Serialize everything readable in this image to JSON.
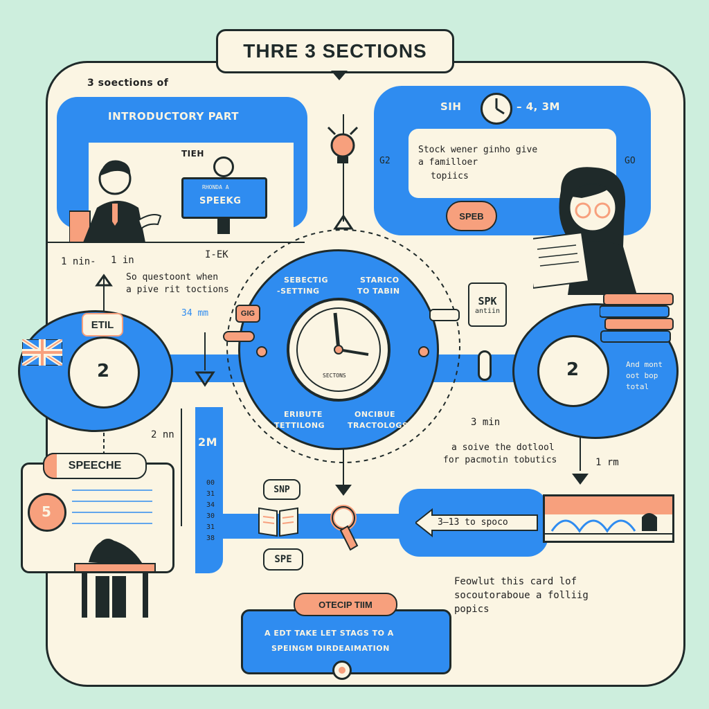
{
  "title": "THRE 3 SECTIONS",
  "intro": {
    "subtitle": "3 soections of",
    "banner": "INTRODUCTORY PART",
    "teacher_label": "TIEH",
    "screen_label": "SPEEKG",
    "screen_small": "RHONDA A",
    "time_left": "1 nin-",
    "time_mid": "1 in",
    "time_right": "I-EK",
    "caption_1": "So questoont when",
    "caption_2": "a pive rit toctions",
    "arrow_time": "34 mm"
  },
  "top_right": {
    "time_a": "SIH",
    "time_b": "– 4, 3M",
    "left_mark": "G2",
    "right_mark": "GO",
    "speech_1": "Stock wener ginho give",
    "speech_2": "a familloer",
    "speech_3": "topiics",
    "bubble": "SPEB"
  },
  "center": {
    "seg_top_left_1": "SEBECTIG",
    "seg_top_left_2": "-SETTING",
    "seg_top_right_1": "STARICO",
    "seg_top_right_2": "TO TABIN",
    "seg_bot_left_1": "ERIBUTE",
    "seg_bot_left_2": "TETTILONG",
    "seg_bot_right_1": "ONCIBUE",
    "seg_bot_right_2": "TRACTOLOGS",
    "clock_label": "SECTONS",
    "left_tag": "GIG"
  },
  "left_node": {
    "tag": "ETIL",
    "number": "2",
    "time": "2 nn"
  },
  "right_node": {
    "number": "2",
    "side_1": "And mont",
    "side_2": "oot bop",
    "side_3": "total",
    "spk_1": "SPK",
    "spk_2": "antiin",
    "time": "3 min",
    "caption_1": "a soive the dotlool",
    "caption_2": "for pacmotin tobutics",
    "time_2": "1 rm"
  },
  "bottom_left": {
    "tag": "SPEECHE",
    "number": "5",
    "column_head": "2M",
    "column_values": [
      "00",
      "31",
      "34",
      "30",
      "31",
      "38"
    ]
  },
  "bottom_center": {
    "tag_top": "SNP",
    "tag_bottom": "SPE"
  },
  "bottom_right": {
    "arrow_label": "3–13 to spoco",
    "caption_1": "Feowlut this card lof",
    "caption_2": "socoutoraboue a folliig",
    "caption_3": "popics"
  },
  "footer": {
    "tag": "OTECIP TIIM",
    "line_1": "A EDT TAKE LET STAGS TO A",
    "line_2": "SPEINGM DIRDEAIMATION"
  },
  "colors": {
    "blue": "#2f8cf0",
    "cream": "#fbf5e3",
    "salmon": "#f7a07d",
    "mint": "#cdeedd",
    "ink": "#1f2a2a"
  }
}
